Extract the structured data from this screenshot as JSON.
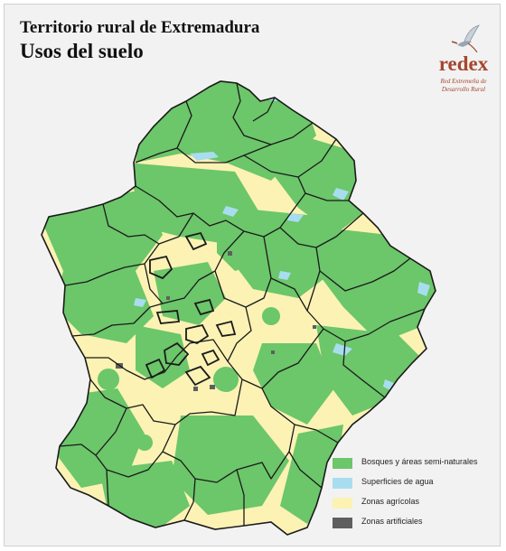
{
  "title": "Territorio rural  de Extremadura",
  "subtitle": "Usos del suelo",
  "logo": {
    "name": "redex",
    "tagline_line1": "Red Extremeña de",
    "tagline_line2": "Desarrollo  Rural",
    "color": "#a5472f",
    "icon": "bird-icon"
  },
  "legend": [
    {
      "label": "Bosques y áreas semi-naturales",
      "color": "#6cc66a"
    },
    {
      "label": "Superficies de agua",
      "color": "#a8ddf0"
    },
    {
      "label": "Zonas agrícolas",
      "color": "#fbf2b4"
    },
    {
      "label": "Zonas artificiales",
      "color": "#5f5f5f"
    }
  ],
  "colors": {
    "background": "#f2f2f2",
    "boundary": "#1a1a1a",
    "forest": "#6cc66a",
    "agriculture": "#fbf2b4",
    "water": "#a8ddf0",
    "artificial": "#5f5f5f"
  }
}
